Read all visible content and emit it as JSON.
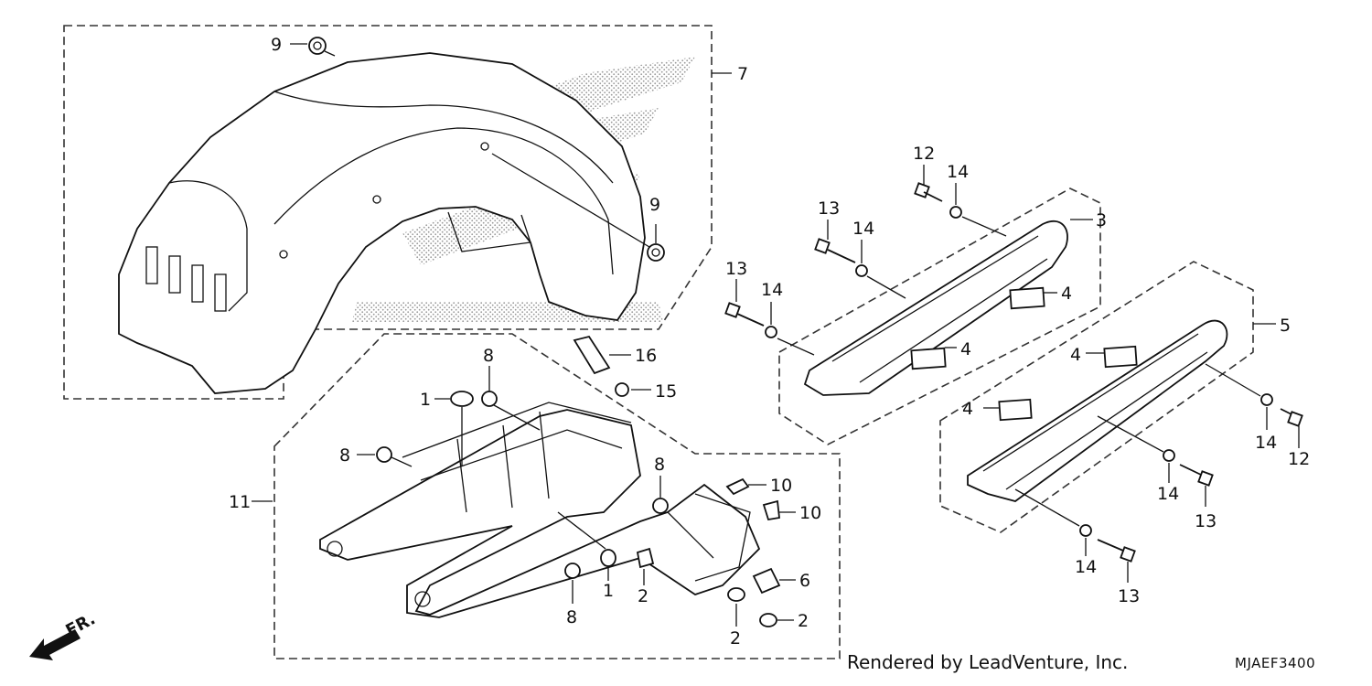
{
  "footer": {
    "credit": "Rendered by LeadVenture, Inc.",
    "diagram_code": "MJAEF3400"
  },
  "direction_marker": "FR.",
  "callouts": {
    "c9a": "9",
    "c9b": "9",
    "c7": "7",
    "c3": "3",
    "c5": "5",
    "c12a": "12",
    "c14a": "14",
    "c13a": "13",
    "c14b": "14",
    "c13b": "13",
    "c14c": "14",
    "c4a": "4",
    "c4b": "4",
    "c4c": "4",
    "c4d": "4",
    "c16": "16",
    "c15": "15",
    "c8a": "8",
    "c1a": "1",
    "c8b": "8",
    "c11": "11",
    "c8c": "8",
    "c10a": "10",
    "c10b": "10",
    "c6": "6",
    "c1b": "1",
    "c2a": "2",
    "c8d": "8",
    "c2b": "2",
    "c2c": "2",
    "c14d": "14",
    "c12b": "12",
    "c14e": "14",
    "c13c": "13",
    "c14f": "14",
    "c13d": "13"
  }
}
